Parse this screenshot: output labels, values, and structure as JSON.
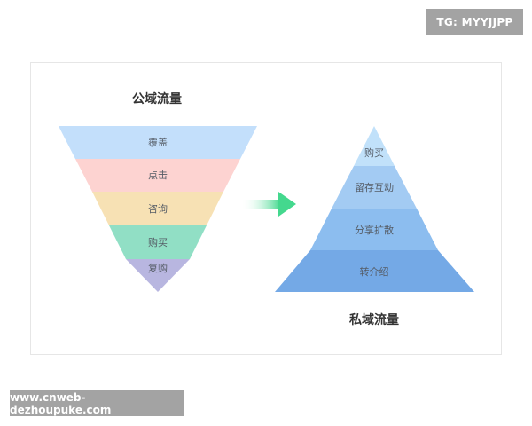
{
  "watermark_top": "TG: MYYJJPP",
  "watermark_bottom": "www.cnweb-dezhoupuke.com",
  "public_traffic": {
    "title": "公域流量",
    "layers": [
      {
        "label": "覆盖",
        "color": "#c3dffb"
      },
      {
        "label": "点击",
        "color": "#fdd3d1"
      },
      {
        "label": "咨询",
        "color": "#f7e1b4"
      },
      {
        "label": "购买",
        "color": "#91dfc5"
      },
      {
        "label": "复购",
        "color": "#b8b6e0"
      }
    ]
  },
  "private_traffic": {
    "title": "私域流量",
    "layers": [
      {
        "label": "购买",
        "color": "#c1e1fa"
      },
      {
        "label": "留存互动",
        "color": "#a3cbf3"
      },
      {
        "label": "分享扩散",
        "color": "#8cbdef"
      },
      {
        "label": "转介绍",
        "color": "#74a9e6"
      }
    ]
  },
  "arrow_color": "#44d88e"
}
